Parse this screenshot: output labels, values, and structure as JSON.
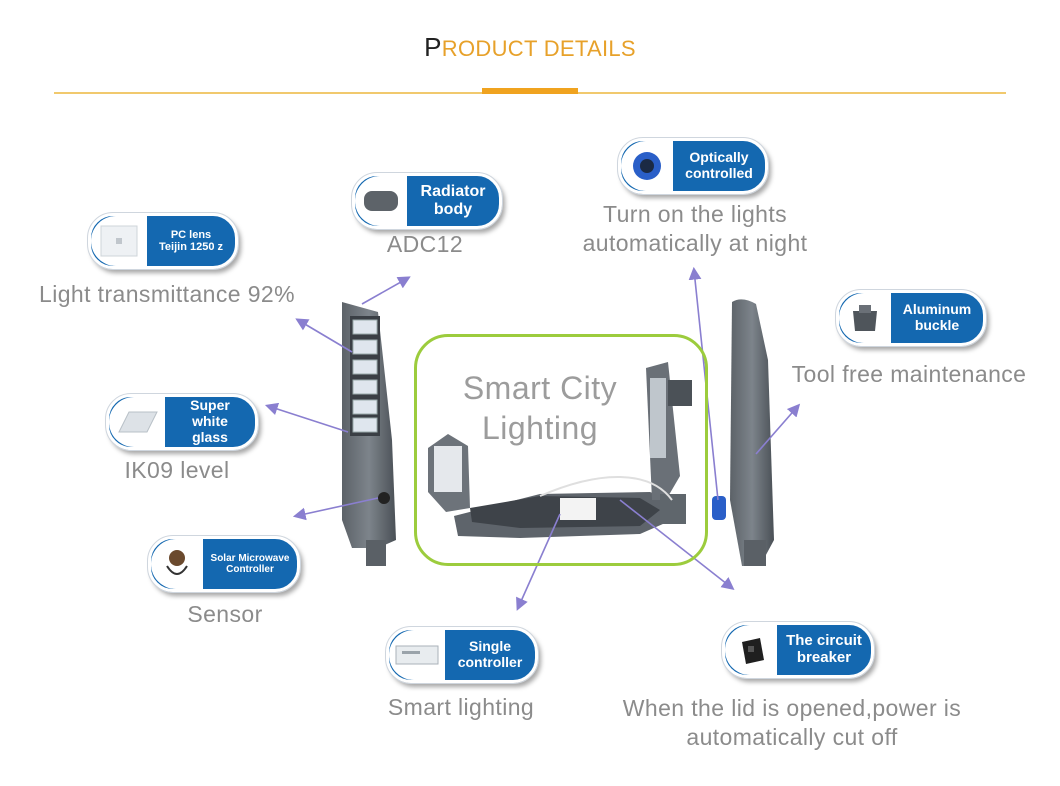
{
  "header": {
    "title_first": "P",
    "title_rest": "RODUCT DETAILS"
  },
  "center": {
    "line1": "Smart City",
    "line2": "Lighting"
  },
  "features": {
    "pc_lens": {
      "label_line1": "PC lens",
      "label_line2": "Teijin 1250 z",
      "desc": "Light transmittance 92%",
      "icon": "lens-panel-icon"
    },
    "radiator": {
      "label_line1": "Radiator",
      "label_line2": "body",
      "desc": "ADC12",
      "icon": "radiator-icon"
    },
    "optical": {
      "label_line1": "Optically",
      "label_line2": "controlled",
      "desc_line1": "Turn on the lights",
      "desc_line2": "automatically at night",
      "icon": "photocell-icon"
    },
    "aluminum": {
      "label_line1": "Aluminum",
      "label_line2": "buckle",
      "desc": "Tool free maintenance",
      "icon": "buckle-icon"
    },
    "glass": {
      "label_line1": "Super white",
      "label_line2": "glass",
      "desc": "IK09 level",
      "icon": "glass-sheet-icon"
    },
    "sensor": {
      "label_line1": "Solar Microwave",
      "label_line2": "Controller",
      "desc": "Sensor",
      "icon": "sensor-cable-icon"
    },
    "single": {
      "label_line1": "Single",
      "label_line2": "controller",
      "desc": "Smart lighting",
      "icon": "controller-box-icon"
    },
    "breaker": {
      "label_line1": "The circuit",
      "label_line2": "breaker",
      "desc_line1": "When the lid is opened,power is",
      "desc_line2": "automatically cut off",
      "icon": "breaker-icon"
    }
  },
  "colors": {
    "accent": "#f0a31f",
    "pill_blue": "#1468b0",
    "frame_green": "#9ccc3d",
    "arrow": "#8a7fd0",
    "text_gray": "#8b8b8b"
  }
}
